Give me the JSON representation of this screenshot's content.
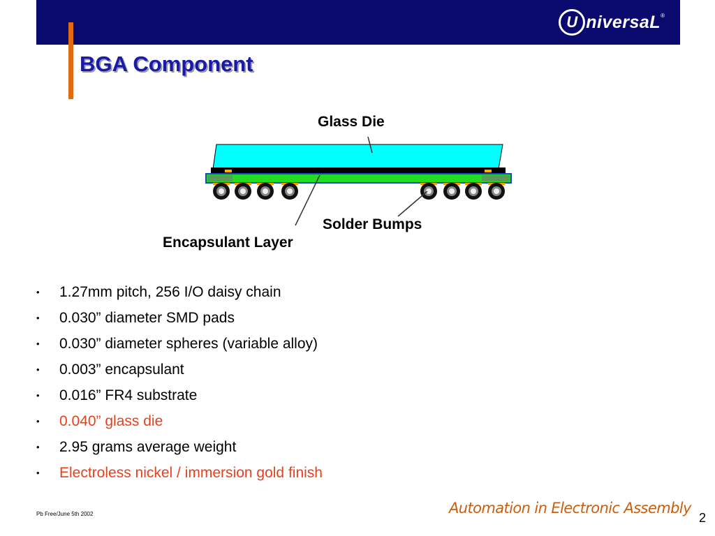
{
  "header": {
    "logo_text": "niversaL",
    "logo_mark": "U",
    "logo_registered": "®",
    "logo_icon": "universal-logo-icon",
    "brand_color": "#0a0a6e",
    "accent_color": "#e06a10"
  },
  "slide": {
    "title": "BGA Component",
    "title_color": "#1a1aa8"
  },
  "diagram": {
    "glass_die_label": "Glass Die",
    "solder_bumps_label": "Solder Bumps",
    "encapsulant_label": "Encapsulant Layer",
    "colors": {
      "glass_die": "#00ffff",
      "substrate": "#22dd22",
      "substrate_border": "#2244cc",
      "pads": "#ffaa00"
    }
  },
  "bullets": [
    {
      "text": "1.27mm pitch, 256 I/O daisy chain",
      "highlight": false
    },
    {
      "text": "0.030” diameter SMD pads",
      "highlight": false
    },
    {
      "text": "0.030” diameter spheres (variable alloy)",
      "highlight": false
    },
    {
      "text": "0.003” encapsulant",
      "highlight": false
    },
    {
      "text": "0.016” FR4 substrate",
      "highlight": false
    },
    {
      "text": "0.040” glass die",
      "highlight": true
    },
    {
      "text": "2.95 grams average weight",
      "highlight": false
    },
    {
      "text": "Electroless nickel / immersion gold finish",
      "highlight": true
    }
  ],
  "bullet_symbol": "•",
  "highlight_color": "#e8401c",
  "footer": {
    "left_text": "Pb Free/June 5th 2002",
    "tagline": "Automation in Electronic Assembly",
    "page_number": "2"
  }
}
